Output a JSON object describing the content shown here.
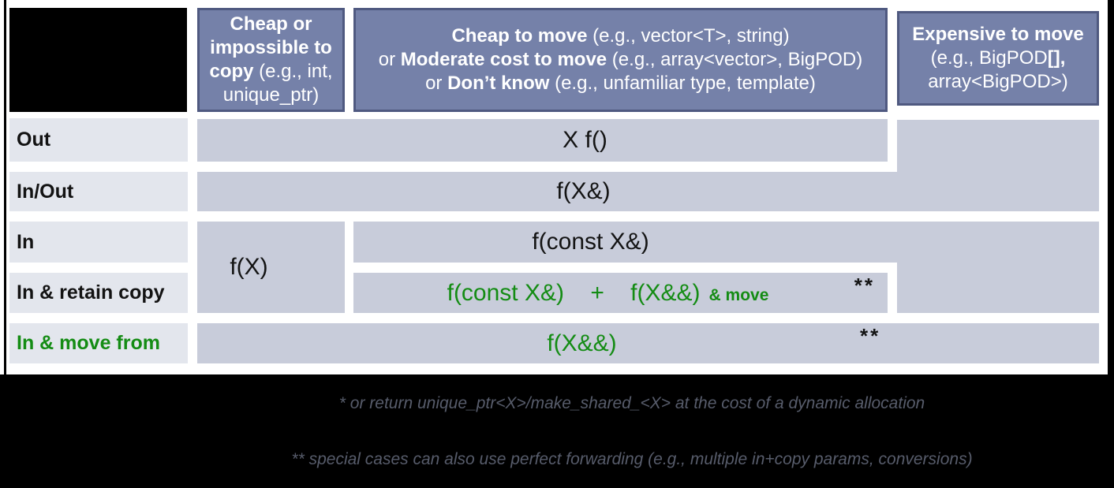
{
  "colors": {
    "header_bg": "#7581a9",
    "header_border": "#4f5980",
    "cell_bg": "#c8ccda",
    "row_label_bg": "#e3e6ed",
    "green": "#148c14",
    "footnote_text": "#575c6b",
    "frame": "#000000"
  },
  "table": {
    "col_headers": {
      "cheap_copy": {
        "l1": "Cheap or",
        "l2": "impossible to",
        "l3b": "copy",
        "l3r": " (e.g., int,",
        "l4": "unique_ptr)"
      },
      "movable": {
        "l1b": "Cheap to move",
        "l1r": " (e.g., vector<T>, string)",
        "l2r1": "or ",
        "l2b": "Moderate cost to move",
        "l2r2": " (e.g., array<vector>, BigPOD)",
        "l3r1": "or ",
        "l3b": "Don’t know",
        "l3r2": " (e.g., unfamiliar type, template)"
      },
      "expensive": {
        "l1": "Expensive to move",
        "l2r": "(e.g., BigPOD",
        "l2b": "[],",
        "l3": "array<BigPOD>)"
      }
    },
    "row_labels": [
      "Out",
      "In/Out",
      "In",
      "In & retain copy",
      "In & move from"
    ],
    "cells": {
      "out": "X f()",
      "inout": "f(X&)",
      "in_cheap": "f(X)",
      "in": "f(const X&)",
      "retain_code": "f(const X&)    +    f(X&&)",
      "retain_suffix": "& move",
      "retain_note": "**",
      "move": "f(X&&)",
      "move_note": "**"
    }
  },
  "footnotes": {
    "line1": "* or return unique_ptr<X>/make_shared_<X> at the cost of a dynamic allocation",
    "line2": "** special cases can also use perfect forwarding (e.g., multiple in+copy params, conversions)"
  }
}
